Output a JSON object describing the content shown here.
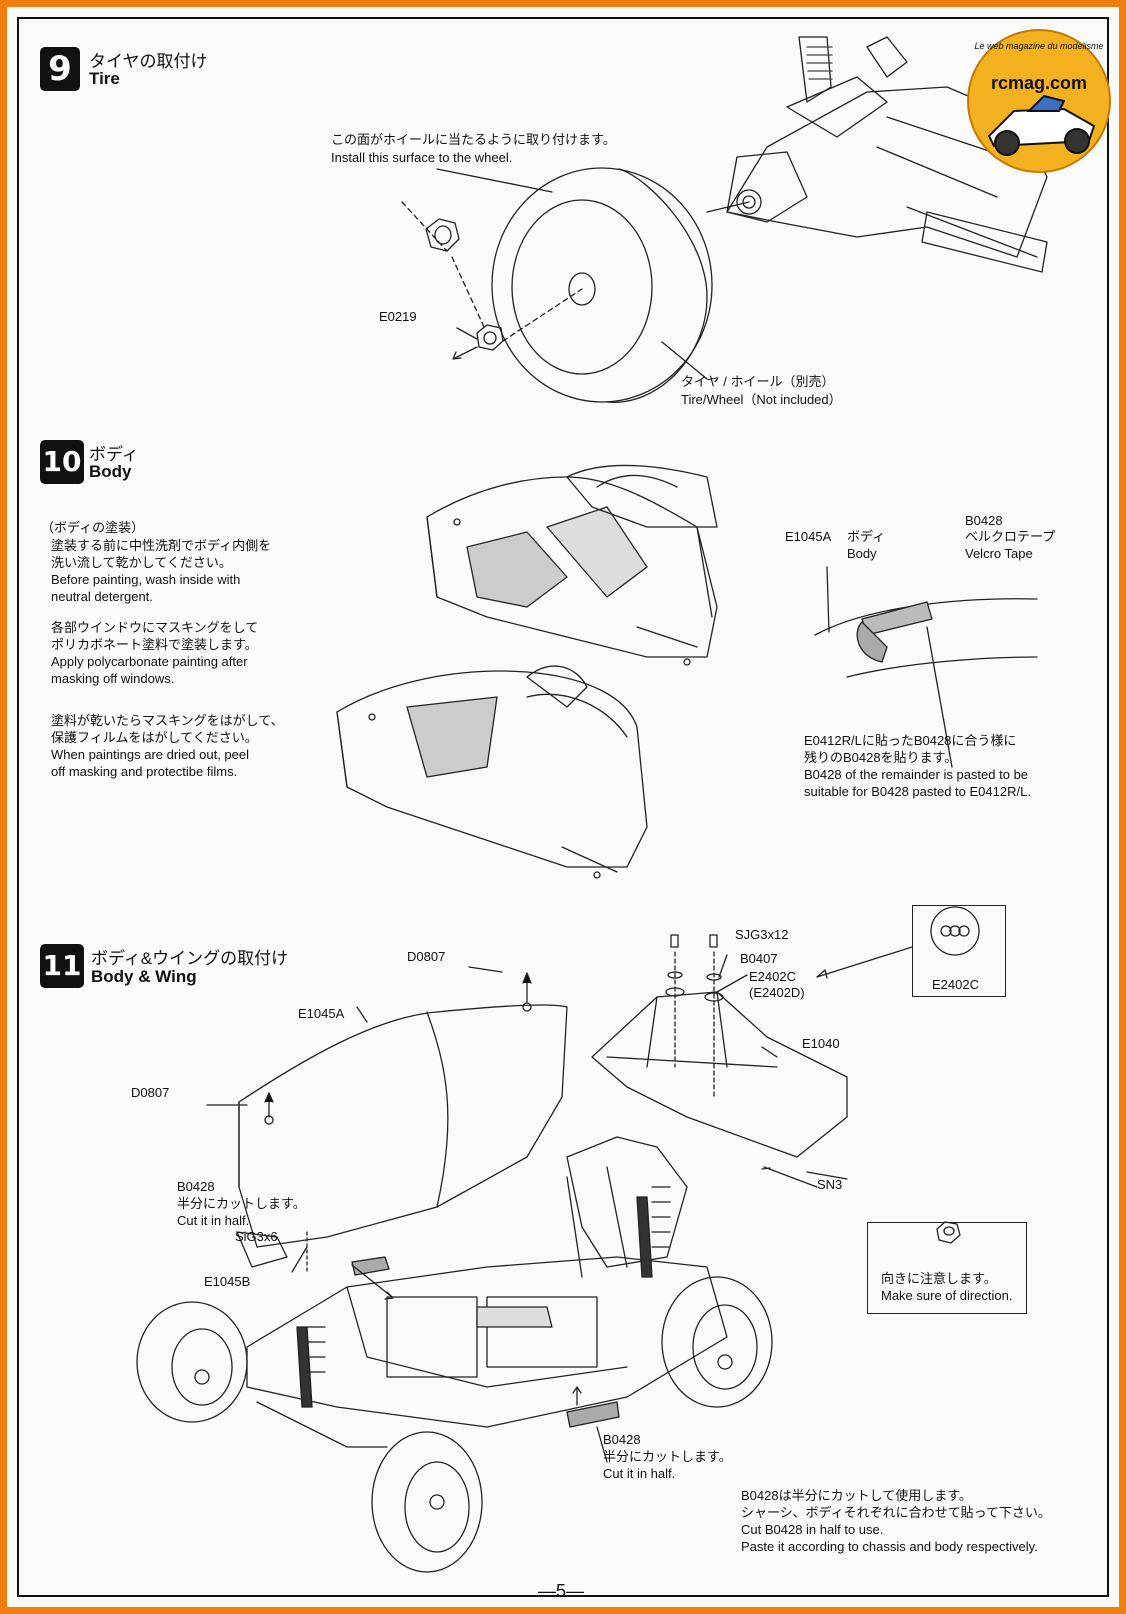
{
  "logo": {
    "tagline": "Le web magazine du modelisme",
    "name": "rcmag.com"
  },
  "step9": {
    "number": "9",
    "title_jp": "タイヤの取付け",
    "title_en": "Tire",
    "note_jp": "この面がホイールに当たるように取り付けます。",
    "note_en": "Install this surface to the wheel.",
    "part_nut": "E0219",
    "tire_jp": "タイヤ / ホイール（別売）",
    "tire_en": "Tire/Wheel（Not included）"
  },
  "step10": {
    "number": "10",
    "title_jp": "ボディ",
    "title_en": "Body",
    "paint_heading": "（ボディの塗装）",
    "para1_jp1": "塗装する前に中性洗剤でボディ内側を",
    "para1_jp2": "洗い流して乾かしてください。",
    "para1_en1": "Before painting, wash inside with",
    "para1_en2": "neutral detergent.",
    "para2_jp1": "各部ウインドウにマスキングをして",
    "para2_jp2": "ポリカボネート塗料で塗装します。",
    "para2_en1": "Apply polycarbonate painting after",
    "para2_en2": "masking off windows.",
    "para3_jp1": "塗料が乾いたらマスキングをはがして、",
    "para3_jp2": "保護フィルムをはがしてください。",
    "para3_en1": "When paintings are dried out, peel",
    "para3_en2": "off masking and protectibe films.",
    "body_part": "E1045A",
    "body_jp": "ボディ",
    "body_en": "Body",
    "tape_part": "B0428",
    "tape_jp": "ベルクロテープ",
    "tape_en": "Velcro Tape",
    "note_jp1": "E0412R/Lに貼ったB0428に合う様に",
    "note_jp2": "残りのB0428を貼ります。",
    "note_en1": "B0428 of the remainder is pasted to be",
    "note_en2": "suitable for B0428 pasted to E0412R/L."
  },
  "step11": {
    "number": "11",
    "title_jp": "ボディ&ウイングの取付け",
    "title_en": "Body & Wing",
    "clip_top": "D0807",
    "clip_left": "D0807",
    "body_part": "E1045A",
    "screw_wing": "SJG3x12",
    "washer": "B0407",
    "button": "E2402C",
    "button_alt": "(E2402D)",
    "inset_label": "E2402C",
    "wing": "E1040",
    "nut": "SN3",
    "direction_jp": "向きに注意します。",
    "direction_en": "Make sure of direction.",
    "tape_left_part": "B0428",
    "tape_left_jp": "半分にカットします。",
    "tape_left_en": "Cut it in half.",
    "screw_rear": "SiG3x6",
    "rear_part": "E1045B",
    "tape_bottom_part": "B0428",
    "tape_bottom_jp": "半分にカットします。",
    "tape_bottom_en": "Cut it in half.",
    "final_jp1": "B0428は半分にカットして使用します。",
    "final_jp2": "シャーシ、ボディそれぞれに合わせて貼って下さい。",
    "final_en1": "Cut B0428 in half to use.",
    "final_en2": "Paste it according to chassis and body respectively."
  },
  "footer": {
    "page": "—5—"
  }
}
